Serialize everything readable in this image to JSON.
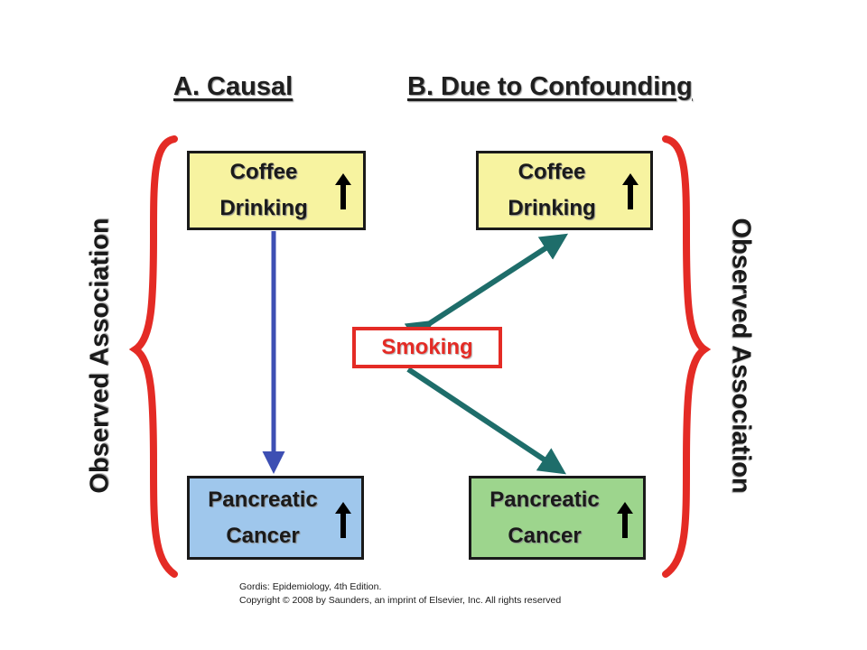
{
  "headings": {
    "causal": "A. Causal",
    "confounding": "B. Due to Confounding"
  },
  "panel_a": {
    "exposure": "Coffee\nDrinking",
    "outcome": "Pancreatic\nCancer"
  },
  "panel_b": {
    "exposure": "Coffee\nDrinking",
    "outcome": "Pancreatic\nCancer",
    "confounder": "Smoking"
  },
  "side_labels": {
    "left": "Observed Association",
    "right": "Observed Association"
  },
  "credit": {
    "line1": "Gordis: Epidemiology, 4th Edition.",
    "line2": "Copyright © 2008 by Saunders, an imprint of Elsevier, Inc. All rights reserved"
  },
  "colors": {
    "exposure_box": "#f7f3a0",
    "outcome_box_a": "#9fc7ec",
    "outcome_box_b": "#9dd58d",
    "brace": "#e42b25",
    "causal_arrow": "#3d4fb3",
    "confounding_arrow": "#1e6d6a",
    "smoking": "#e42b25"
  }
}
